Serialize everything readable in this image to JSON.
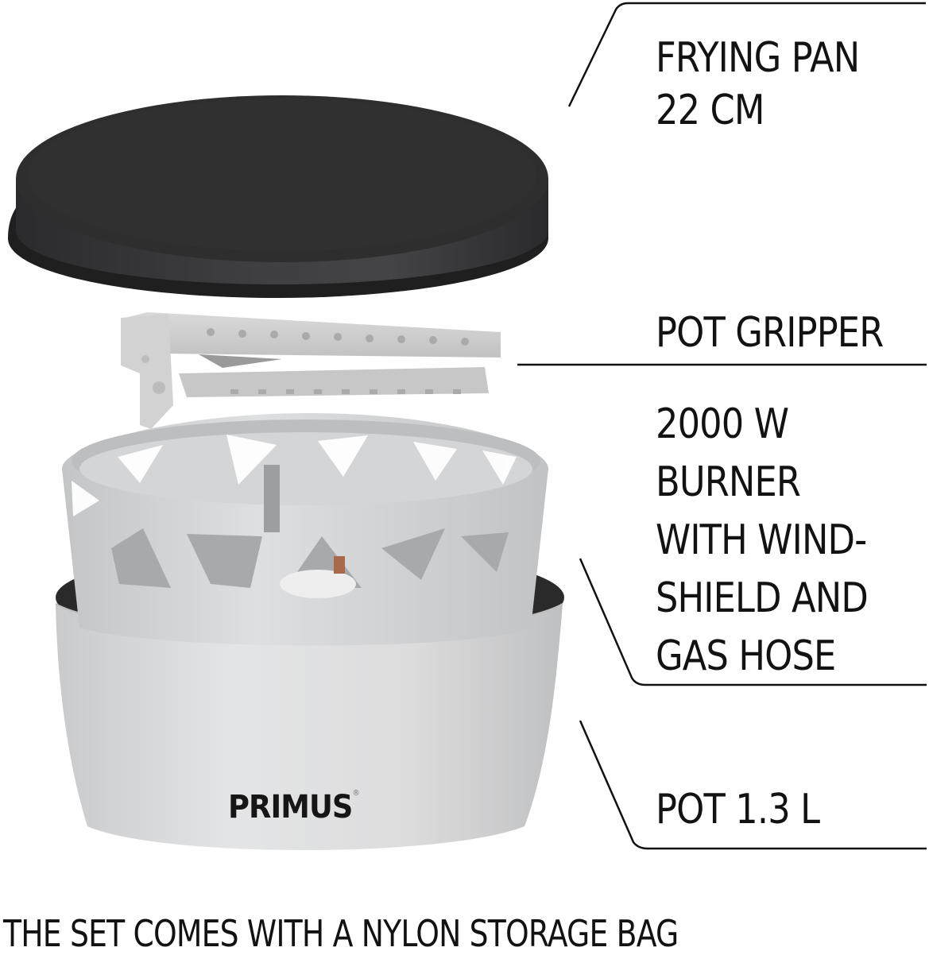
{
  "brand": {
    "logo_text": "PRIMUS",
    "registered_mark": "®"
  },
  "callouts": [
    {
      "id": "frying-pan",
      "lines": [
        "FRYING PAN",
        "22 CM"
      ]
    },
    {
      "id": "pot-gripper",
      "lines": [
        "POT GRIPPER"
      ]
    },
    {
      "id": "burner",
      "lines": [
        "2000 W",
        "BURNER",
        "WITH WIND-",
        "SHIELD AND",
        "GAS HOSE"
      ]
    },
    {
      "id": "pot",
      "lines": [
        "POT 1.3 L"
      ]
    }
  ],
  "footer": {
    "text": "THE SET COMES WITH A NYLON STORAGE BAG"
  },
  "colors": {
    "background": "#ffffff",
    "text": "#121212",
    "pan_top": "#2e2e2e",
    "pan_side": "#3c3c3e",
    "pan_rim": "#1e1e1e",
    "aluminium_light": "#e6e6e6",
    "aluminium_mid": "#cfcfcf",
    "aluminium_dark": "#a9a9a9",
    "pot_interior": "#2a2a2a"
  }
}
